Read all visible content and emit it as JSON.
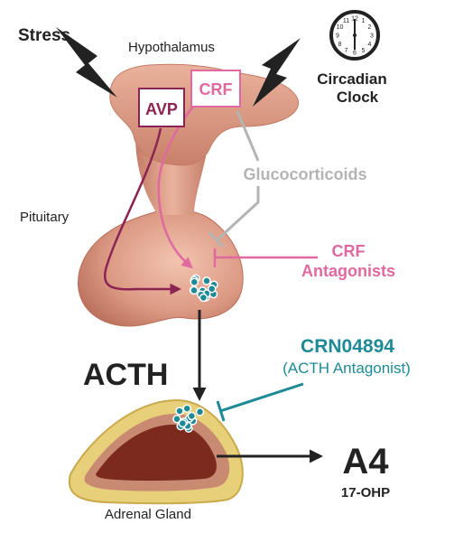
{
  "labels": {
    "stress": "Stress",
    "hypothalamus": "Hypothalamus",
    "circadian_line1": "Circadian",
    "circadian_line2": "Clock",
    "avp": "AVP",
    "crf": "CRF",
    "glucocorticoids": "Glucocorticoids",
    "pituitary": "Pituitary",
    "crf_antagonists_line1": "CRF",
    "crf_antagonists_line2": "Antagonists",
    "crn04894": "CRN04894",
    "acth_antagonist": "(ACTH Antagonist)",
    "acth": "ACTH",
    "a4": "A4",
    "ohp": "17-OHP",
    "adrenal_gland": "Adrenal Gland"
  },
  "clock": {
    "numbers": [
      "12",
      "1",
      "2",
      "3",
      "4",
      "5",
      "6",
      "7",
      "8",
      "9",
      "10",
      "11"
    ]
  },
  "colors": {
    "avp": "#8b2452",
    "crf": "#e0699f",
    "glucocorticoids": "#b4b4b4",
    "teal": "#1e8a96",
    "dark": "#222222",
    "tissue": "#dc9a84",
    "adrenal_outer": "#e8cf7a",
    "adrenal_inner": "#7d2a1e"
  }
}
